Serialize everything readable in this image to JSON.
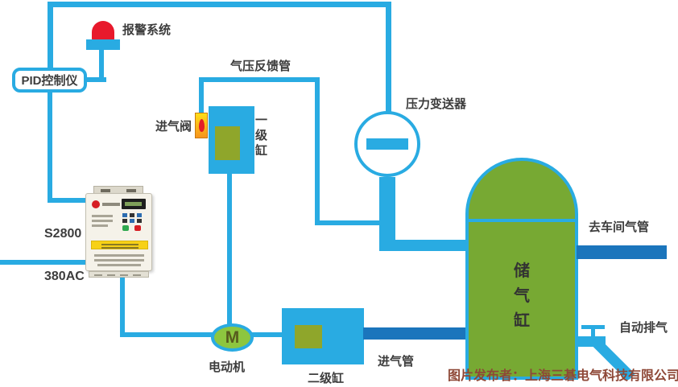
{
  "diagram": {
    "title_context": "变频器恒压供气系统示意图",
    "labels": {
      "alarm_system": "报警系统",
      "pid_controller": "PID控制仪",
      "feedback_pipe": "气压反馈管",
      "intake_valve": "进气阀",
      "stage1_cylinder_vertical": "一\n级\n缸",
      "pressure_transmitter": "压力变送器",
      "inverter_model": "S2800",
      "power_supply": "380AC",
      "motor_label": "电动机",
      "motor_letter": "M",
      "stage2_cylinder": "二级缸",
      "intake_pipe": "进气管",
      "storage_tank_vertical": "储\n气\n缸",
      "workshop_pipe": "去车间气管",
      "auto_exhaust": "自动排气"
    },
    "footer": {
      "credit": "图片发布者：上海三碁电气科技有限公司"
    },
    "colors": {
      "line_cyan": "#29ABE2",
      "pipe_blue": "#1B75BC",
      "tank_green": "#77A933",
      "cylinder_cell_green": "#8FA62B",
      "motor_green": "#8DC63F",
      "alarm_red": "#E8192C",
      "valve_orange": "#F7941D",
      "valve_yellow": "#FFDE17",
      "credit_text": "#8E4837",
      "label_text": "#3D3D3D"
    }
  }
}
